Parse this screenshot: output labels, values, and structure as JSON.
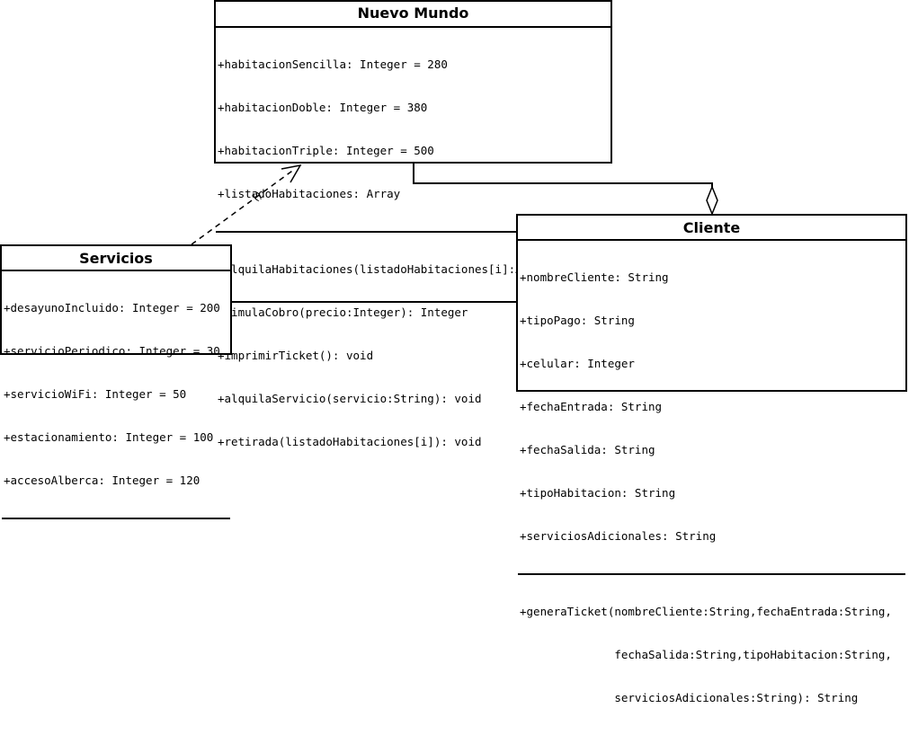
{
  "classes": {
    "nuevo_mundo": {
      "name": "Nuevo Mundo",
      "attributes": [
        "+habitacionSencilla: Integer = 280",
        "+habitacionDoble: Integer = 380",
        "+habitacionTriple: Integer = 500",
        "+listadoHabitaciones: Array"
      ],
      "operations": [
        "+alquilaHabitaciones(listadoHabitaciones[i]:Array): void",
        "+simulaCobro(precio:Integer): Integer",
        "+imprimirTicket(): void",
        "+alquilaServicio(servicio:String): void",
        "+retirada(listadoHabitaciones[i]): void"
      ]
    },
    "servicios": {
      "name": "Servicios",
      "attributes": [
        "+desayunoIncluido: Integer = 200",
        "+servicioPeriodico: Integer = 30",
        "+servicioWiFi: Integer = 50",
        "+estacionamiento: Integer = 100",
        "+accesoAlberca: Integer = 120"
      ],
      "operations": []
    },
    "cliente": {
      "name": "Cliente",
      "attributes": [
        "+nombreCliente: String",
        "+tipoPago: String",
        "+celular: Integer",
        "+fechaEntrada: String",
        "+fechaSalida: String",
        "+tipoHabitacion: String",
        "+serviciosAdicionales: String"
      ],
      "operations": [
        "+generaTicket(nombreCliente:String,fechaEntrada:String,",
        "              fechaSalida:String,tipoHabitacion:String,",
        "              serviciosAdicionales:String): String"
      ]
    }
  },
  "relations": {
    "dependency_label": "()"
  }
}
